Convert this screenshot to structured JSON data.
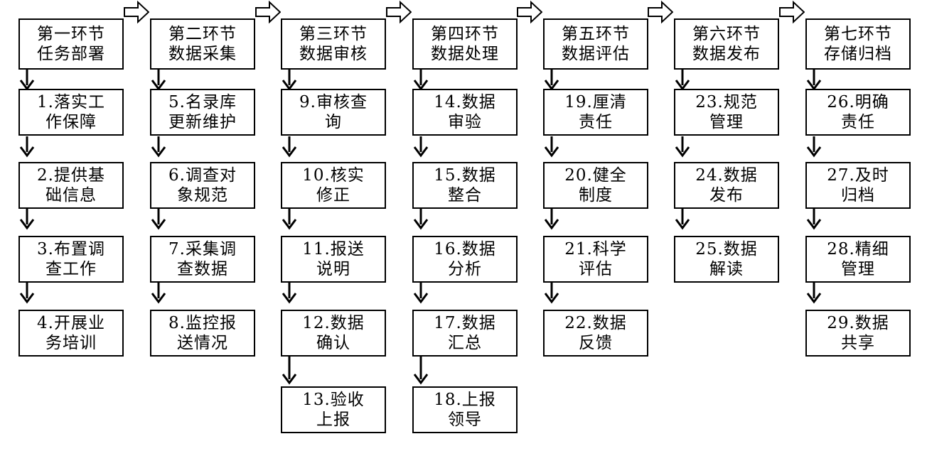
{
  "stages": [
    {
      "head": [
        "第一环节",
        "任务部署"
      ],
      "steps": [
        [
          "1.落实工",
          "作保障"
        ],
        [
          "2.提供基",
          "础信息"
        ],
        [
          "3.布置调",
          "查工作"
        ],
        [
          "4.开展业",
          "务培训"
        ]
      ]
    },
    {
      "head": [
        "第二环节",
        "数据采集"
      ],
      "steps": [
        [
          "5.名录库",
          "更新维护"
        ],
        [
          "6.调查对",
          "象规范"
        ],
        [
          "7.采集调",
          "查数据"
        ],
        [
          "8.监控报",
          "送情况"
        ]
      ]
    },
    {
      "head": [
        "第三环节",
        "数据审核"
      ],
      "steps": [
        [
          "9.审核查",
          "询"
        ],
        [
          "10.核实",
          "修正"
        ],
        [
          "11.报送",
          "说明"
        ],
        [
          "12.数据",
          "确认"
        ],
        [
          "13.验收",
          "上报"
        ]
      ]
    },
    {
      "head": [
        "第四环节",
        "数据处理"
      ],
      "steps": [
        [
          "14.数据",
          "审验"
        ],
        [
          "15.数据",
          "整合"
        ],
        [
          "16.数据",
          "分析"
        ],
        [
          "17.数据",
          "汇总"
        ],
        [
          "18.上报",
          "领导"
        ]
      ]
    },
    {
      "head": [
        "第五环节",
        "数据评估"
      ],
      "steps": [
        [
          "19.厘清",
          "责任"
        ],
        [
          "20.健全",
          "制度"
        ],
        [
          "21.科学",
          "评估"
        ],
        [
          "22.数据",
          "反馈"
        ]
      ]
    },
    {
      "head": [
        "第六环节",
        "数据发布"
      ],
      "steps": [
        [
          "23.规范",
          "管理"
        ],
        [
          "24.数据",
          "发布"
        ],
        [
          "25.数据",
          "解读"
        ]
      ]
    },
    {
      "head": [
        "第七环节",
        "存储归档"
      ],
      "steps": [
        [
          "26.明确",
          "责任"
        ],
        [
          "27.及时",
          "归档"
        ],
        [
          "28.精细",
          "管理"
        ],
        [
          "29.数据",
          "共享"
        ]
      ]
    }
  ]
}
